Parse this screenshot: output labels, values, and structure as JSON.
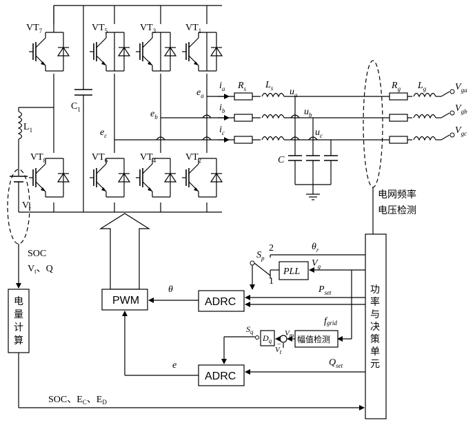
{
  "switches": {
    "vt7": {
      "main": "VT",
      "sub": "7"
    },
    "vt5": {
      "main": "VT",
      "sub": "5"
    },
    "vt3": {
      "main": "VT",
      "sub": "3"
    },
    "vt1": {
      "main": "VT",
      "sub": "1"
    },
    "vt8": {
      "main": "VT",
      "sub": "8"
    },
    "vt6": {
      "main": "VT",
      "sub": "6"
    },
    "vt4": {
      "main": "VT",
      "sub": "4"
    },
    "vt2": {
      "main": "VT",
      "sub": "2"
    }
  },
  "components": {
    "c1": {
      "main": "C",
      "sub": "1"
    },
    "l1": {
      "main": "L",
      "sub": "1"
    },
    "vt": {
      "main": "V",
      "sub": "t"
    },
    "rs": {
      "main": "R",
      "sub": "s"
    },
    "ls": {
      "main": "L",
      "sub": "s"
    },
    "rg": {
      "main": "R",
      "sub": "g"
    },
    "lg": {
      "main": "L",
      "sub": "g"
    },
    "c": "C"
  },
  "nodes": {
    "ea": {
      "main": "e",
      "sub": "a"
    },
    "eb": {
      "main": "e",
      "sub": "b"
    },
    "ec": {
      "main": "e",
      "sub": "c"
    },
    "ia": {
      "main": "i",
      "sub": "a"
    },
    "ib": {
      "main": "i",
      "sub": "b"
    },
    "ic": {
      "main": "i",
      "sub": "c"
    },
    "ua": {
      "main": "u",
      "sub": "a"
    },
    "ub": {
      "main": "u",
      "sub": "b"
    },
    "uc": {
      "main": "u",
      "sub": "c"
    },
    "vga": {
      "main": "V",
      "sub": "ga"
    },
    "vgb": {
      "main": "V",
      "sub": "gb"
    },
    "vgc": {
      "main": "V",
      "sub": "gc"
    }
  },
  "labels": {
    "grid_detect_line1": "电网频率",
    "grid_detect_line2": "电压检测",
    "soc_line1": "SOC",
    "soc_line2_main": "V",
    "soc_line2_sub": "t",
    "soc_line2_rest": "、Q",
    "energy_calc": [
      "电",
      "量",
      "计",
      "算"
    ],
    "decision_unit": [
      "功",
      "率",
      "与",
      "决",
      "策",
      "单",
      "元"
    ],
    "bottom_soc": "SOC、E",
    "bottom_ec_sub": "C",
    "bottom_sep": "、E",
    "bottom_ed_sub": "D",
    "theta": "θ",
    "e_signal": "e",
    "theta_r": {
      "main": "θ",
      "sub": "r"
    },
    "vg": {
      "main": "V",
      "sub": "g"
    },
    "pset": {
      "main": "P",
      "sub": "set"
    },
    "fgrid": {
      "main": "f",
      "sub": "grid"
    },
    "qset": {
      "main": "Q",
      "sub": "set"
    },
    "sp": {
      "main": "S",
      "sub": "p"
    },
    "sq": {
      "main": "S",
      "sub": "q"
    },
    "dq": {
      "main": "D",
      "sub": "q"
    },
    "vm": {
      "main": "V",
      "sub": "m"
    },
    "vt_fb": {
      "main": "V",
      "sub": "t"
    },
    "switch_pos1": "1",
    "switch_pos2": "2",
    "minus": "−"
  },
  "blocks": {
    "pwm": "PWM",
    "adrc_top": "ADRC",
    "adrc_bottom": "ADRC",
    "pll": "PLL",
    "amplitude_detect": "幅值检测"
  }
}
